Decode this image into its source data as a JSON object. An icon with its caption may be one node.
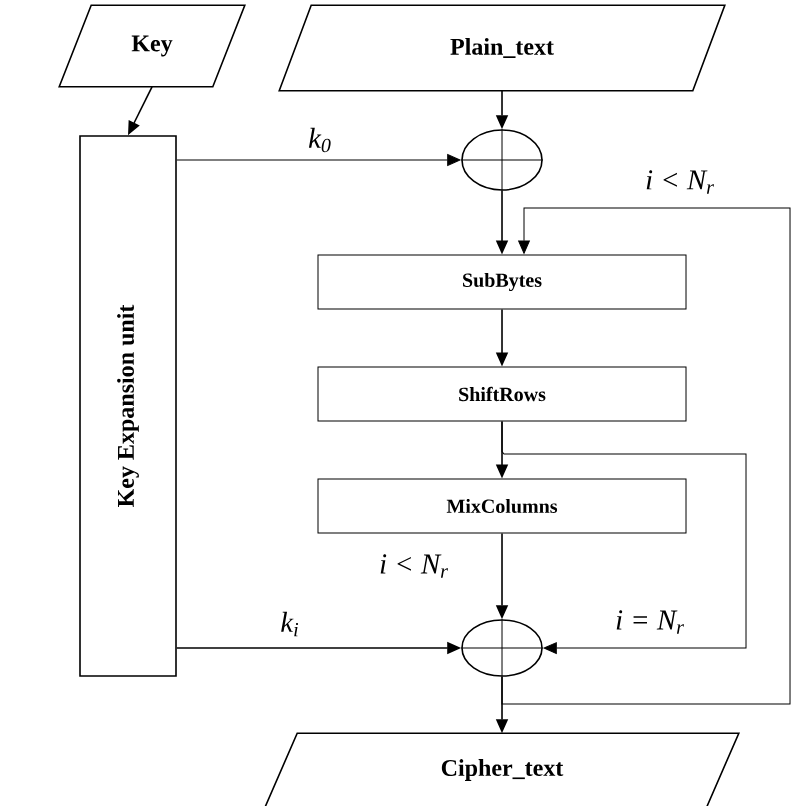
{
  "diagram": {
    "nodes": [
      {
        "text": [
          "Key"
        ]
      },
      {
        "text": [
          "Plain_text"
        ]
      },
      {
        "text": [
          "Key Expansion unit"
        ]
      },
      {
        "text": [],
        "shape": "circle"
      },
      {
        "text": [
          "SubBytes"
        ]
      },
      {
        "text": [
          "ShiftRows"
        ]
      },
      {
        "text": [
          "MixColumns"
        ]
      },
      {
        "text": [],
        "shape": "circle"
      },
      {
        "text": [
          "Cipher_text"
        ]
      }
    ],
    "edges": [
      {
        "from": 0,
        "to": 2,
        "arrow": "to"
      },
      {
        "from": 1,
        "to": 3,
        "arrow": "to"
      },
      {
        "from": 2,
        "to": 3,
        "arrow": "to",
        "label": "k$_{0}$"
      },
      {
        "from": 3,
        "to": 4,
        "arrow": "to"
      },
      {
        "from": 4,
        "to": 5,
        "arrow": "to"
      },
      {
        "from": 5,
        "to": 6,
        "arrow": "to"
      },
      {
        "from": 6,
        "to": 7,
        "arrow": "to",
        "label": "i < N$_{r}$"
      },
      {
        "from": 2,
        "to": 7,
        "arrow": "to",
        "label": "k$_{i}$"
      },
      {
        "from": 5,
        "to": 7,
        "arrow": "to",
        "label": "i = N$_{r}$"
      },
      {
        "from": 7,
        "to": 8,
        "arrow": "to"
      },
      {
        "from": 7,
        "to": 4,
        "arrow": "to",
        "label": "i < N$_{r}$"
      }
    ]
  }
}
